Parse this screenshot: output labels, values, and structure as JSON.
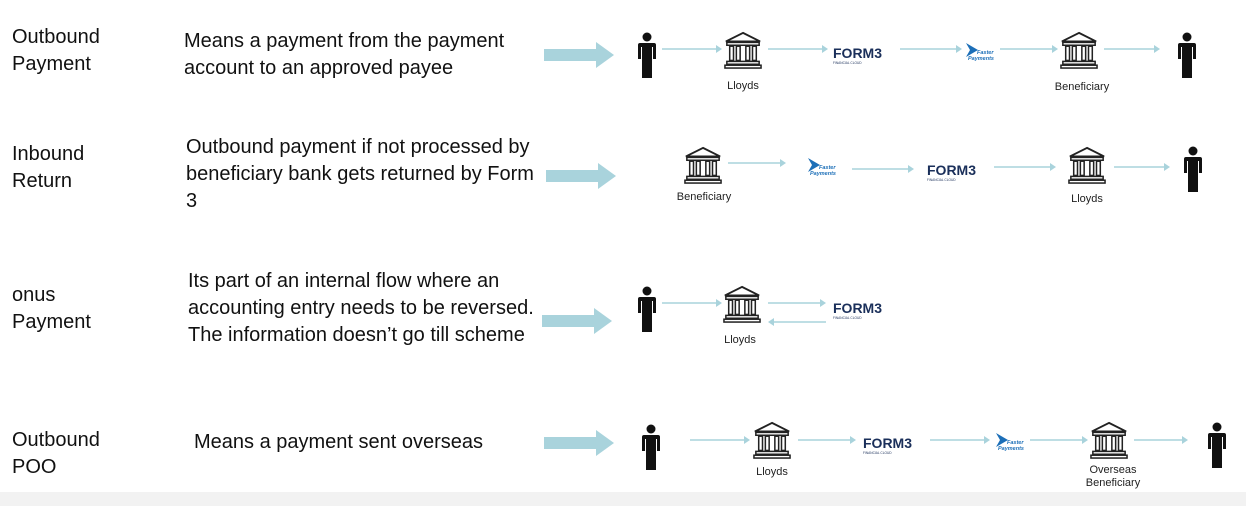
{
  "rows": [
    {
      "label": "Outbound\nPayment",
      "description": "Means a payment from the payment account to an approved payee",
      "captions": {
        "bank1": "Lloyds",
        "bank2": "Beneficiary"
      }
    },
    {
      "label": "Inbound\nReturn",
      "description": "Outbound payment if not processed by beneficiary bank gets returned by Form 3",
      "captions": {
        "bank1": "Beneficiary",
        "bank2": "Lloyds"
      }
    },
    {
      "label": "onus\nPayment",
      "description": "Its part of an internal flow where an accounting entry needs to be reversed. The information doesn’t go till scheme",
      "captions": {
        "bank1": "Lloyds"
      }
    },
    {
      "label": "Outbound\nPOO",
      "description": "Means a payment sent overseas",
      "captions": {
        "bank1": "Lloyds",
        "bank2": "Overseas\nBeneficiary"
      }
    }
  ],
  "logos": {
    "form3": "FORM3",
    "form3_sub": "FINANCIAL CLOUD",
    "faster_payments": "Faster\nPayments"
  },
  "colors": {
    "arrow": "#a9d3dc",
    "connector": "#a9d3dc",
    "form3_blue": "#1a2f5a",
    "form3_accent": "#3ea0d8",
    "fp_blue": "#1c6fb8"
  }
}
